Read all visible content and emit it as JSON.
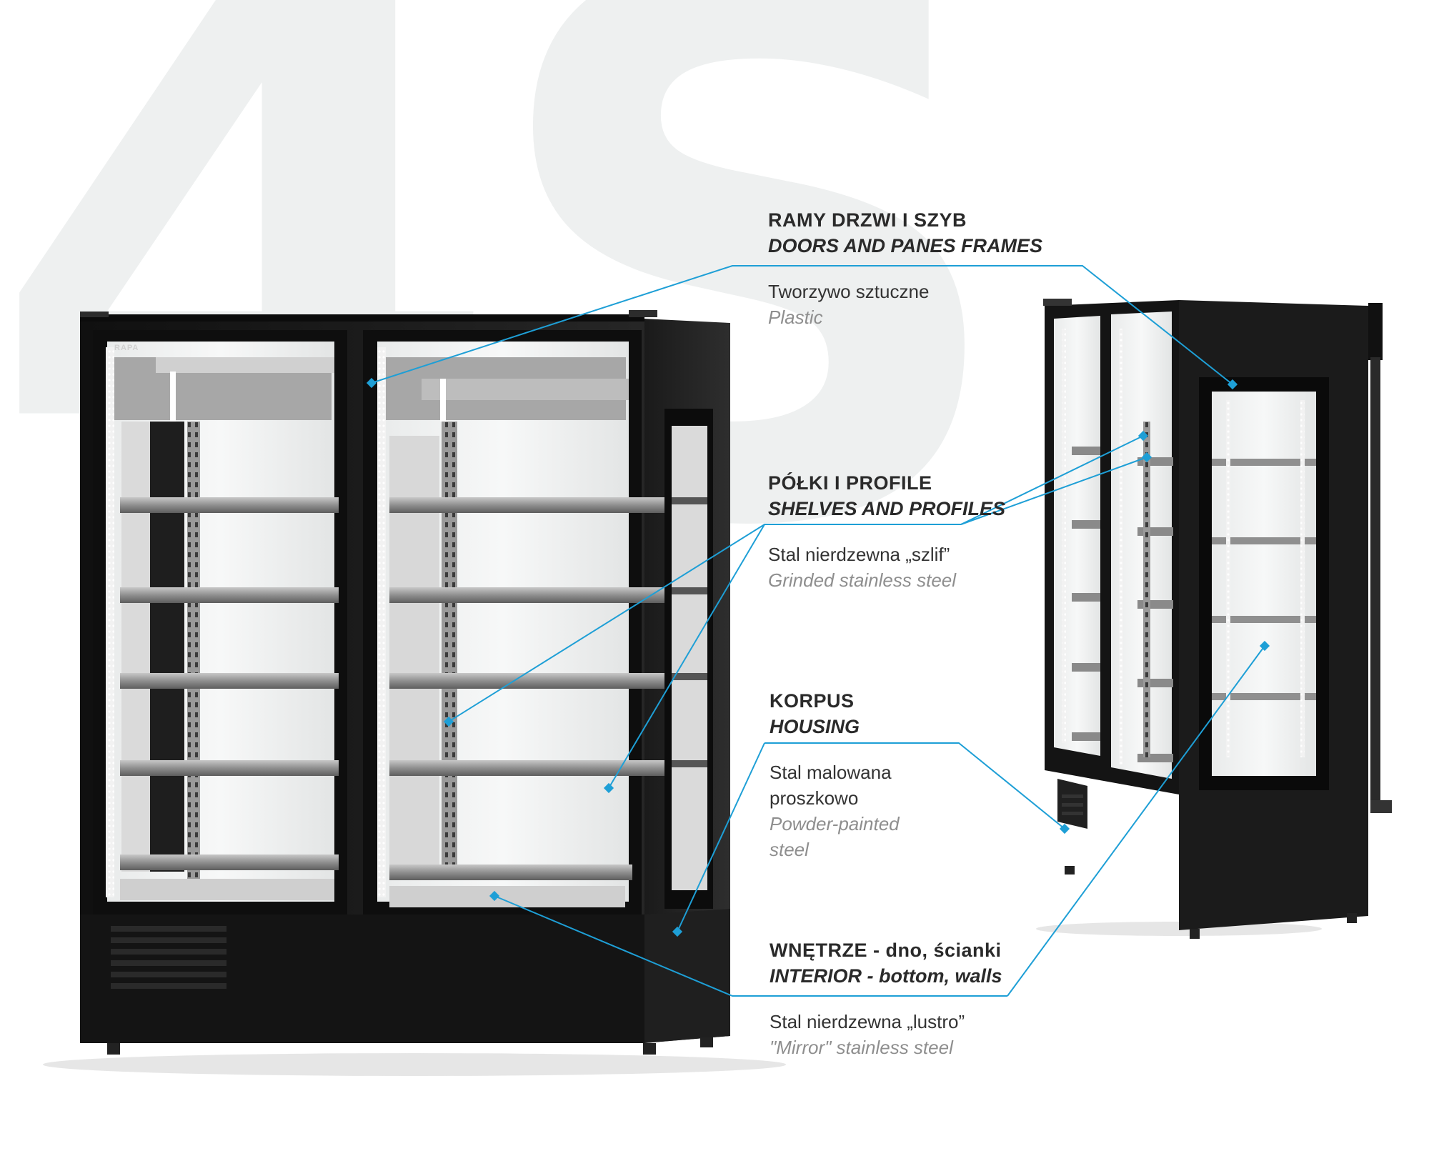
{
  "watermark": {
    "text": "4S"
  },
  "brand_logo": {
    "text": "RAPA"
  },
  "colors": {
    "callout_line": "#1e9fd6",
    "cabinet_black": "#161616",
    "text_dark": "#2a2a2a",
    "text_muted": "#8e8e8e",
    "watermark": "#eef0f0"
  },
  "callouts": [
    {
      "title_pl": "RAMY DRZWI I SZYB",
      "title_en": "DOORS AND PANES FRAMES",
      "desc_pl": "Tworzywo sztuczne",
      "desc_en": "Plastic"
    },
    {
      "title_pl": "PÓŁKI I PROFILE",
      "title_en": "SHELVES AND PROFILES",
      "desc_pl": "Stal nierdzewna „szlif”",
      "desc_en": "Grinded stainless steel"
    },
    {
      "title_pl": "KORPUS",
      "title_en": "HOUSING",
      "desc_pl": "Stal malowana proszkowo",
      "desc_en": "Powder-painted steel"
    },
    {
      "title_pl": "WNĘTRZE - dno, ścianki",
      "title_en": "INTERIOR - bottom, walls",
      "desc_pl": "Stal nierdzewna „lustro”",
      "desc_en": "\"Mirror\" stainless steel"
    }
  ]
}
